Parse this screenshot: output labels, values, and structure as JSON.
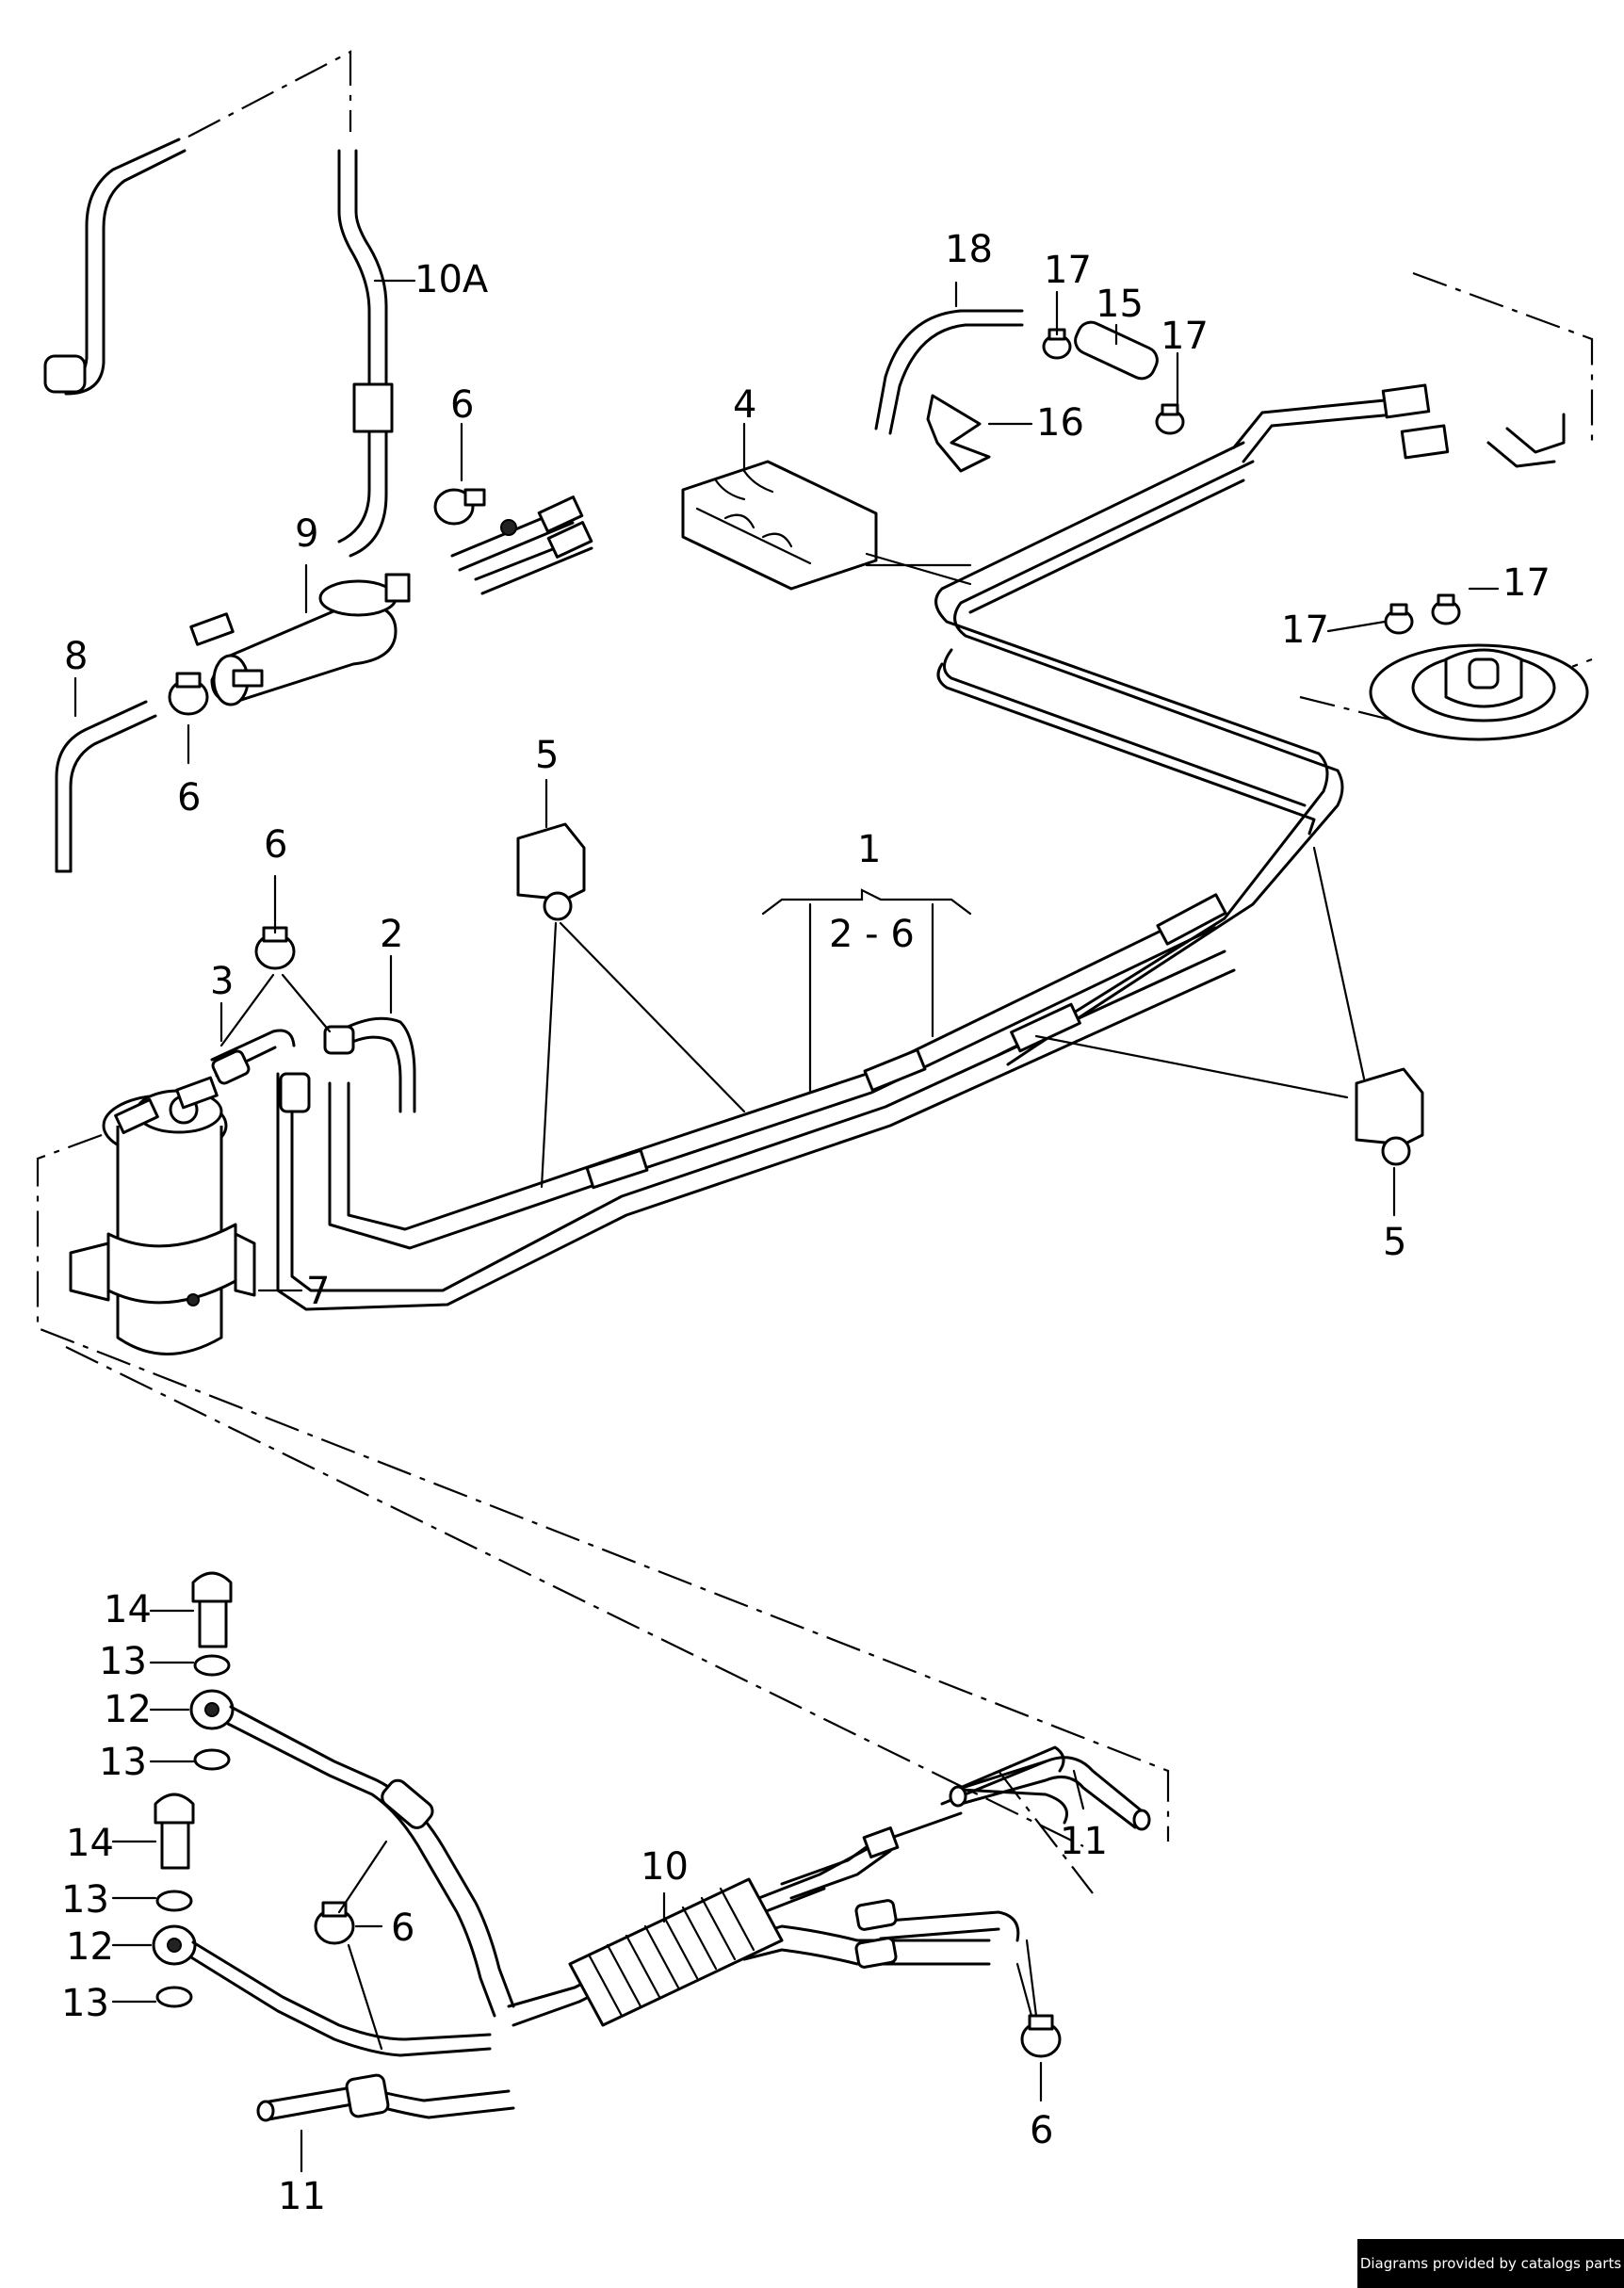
{
  "callouts": {
    "c1": "1",
    "c2_6": "2 - 6",
    "c2": "2",
    "c3": "3",
    "c4": "4",
    "c5a": "5",
    "c5b": "5",
    "c6a": "6",
    "c6b": "6",
    "c6c": "6",
    "c6d": "6",
    "c6e": "6",
    "c7": "7",
    "c8": "8",
    "c9": "9",
    "c10": "10",
    "c10a": "10A",
    "c11a": "11",
    "c11b": "11",
    "c12a": "12",
    "c12b": "12",
    "c13a": "13",
    "c13b": "13",
    "c13c": "13",
    "c13d": "13",
    "c14a": "14",
    "c14b": "14",
    "c15": "15",
    "c16": "16",
    "c17a": "17",
    "c17b": "17",
    "c17c": "17",
    "c17d": "17",
    "c18": "18"
  },
  "credit": "Diagrams provided by catalogs parts"
}
